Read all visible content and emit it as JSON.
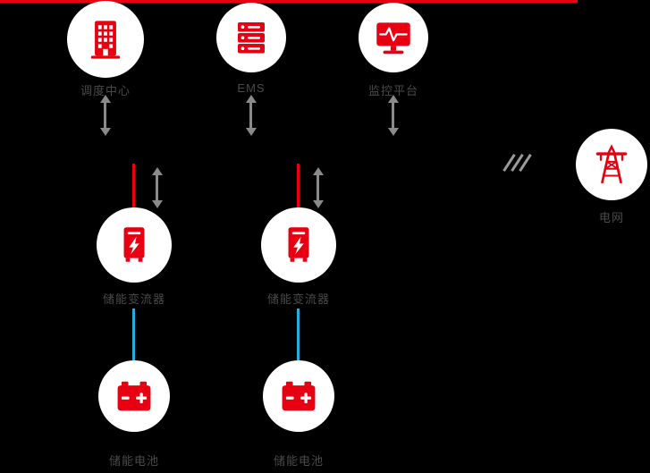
{
  "diagram": {
    "type": "energy-storage-system-architecture",
    "colors": {
      "background": "#000000",
      "accent_red": "#e60012",
      "bus_gray": "#8a8a8a",
      "dc_blue": "#29abe2",
      "node_fill": "#ffffff",
      "label_text": "#4a4a4a"
    },
    "nodes": [
      {
        "id": "dispatch-center",
        "label": "调度中心",
        "icon": "building-icon"
      },
      {
        "id": "ems",
        "label": "EMS",
        "icon": "server-icon"
      },
      {
        "id": "monitor-platform",
        "label": "监控平台",
        "icon": "monitor-waveform-icon"
      },
      {
        "id": "power-grid",
        "label": "电网",
        "icon": "transmission-tower-icon"
      },
      {
        "id": "pcs-1",
        "label": "储能变流器",
        "icon": "converter-lightning-icon"
      },
      {
        "id": "pcs-2",
        "label": "储能变流器",
        "icon": "converter-lightning-icon"
      },
      {
        "id": "battery-1",
        "label": "储能电池",
        "icon": "battery-icon"
      },
      {
        "id": "battery-2",
        "label": "储能电池",
        "icon": "battery-icon"
      }
    ],
    "connections": [
      {
        "from": "dispatch-center",
        "to": "comm-bus",
        "style": "double-arrow-gray"
      },
      {
        "from": "ems",
        "to": "comm-bus",
        "style": "double-arrow-gray"
      },
      {
        "from": "monitor-platform",
        "to": "comm-bus",
        "style": "double-arrow-gray"
      },
      {
        "from": "comm-bus",
        "to": "pcs-1",
        "style": "double-arrow-gray"
      },
      {
        "from": "comm-bus",
        "to": "pcs-2",
        "style": "double-arrow-gray"
      },
      {
        "from": "power-bus",
        "to": "pcs-1",
        "style": "red-line"
      },
      {
        "from": "power-bus",
        "to": "pcs-2",
        "style": "red-line"
      },
      {
        "from": "pcs-1",
        "to": "battery-1",
        "style": "blue-line"
      },
      {
        "from": "pcs-2",
        "to": "battery-2",
        "style": "blue-line"
      },
      {
        "from": "power-bus",
        "to": "power-grid",
        "style": "red-line-with-disconnect-slashes"
      }
    ]
  }
}
